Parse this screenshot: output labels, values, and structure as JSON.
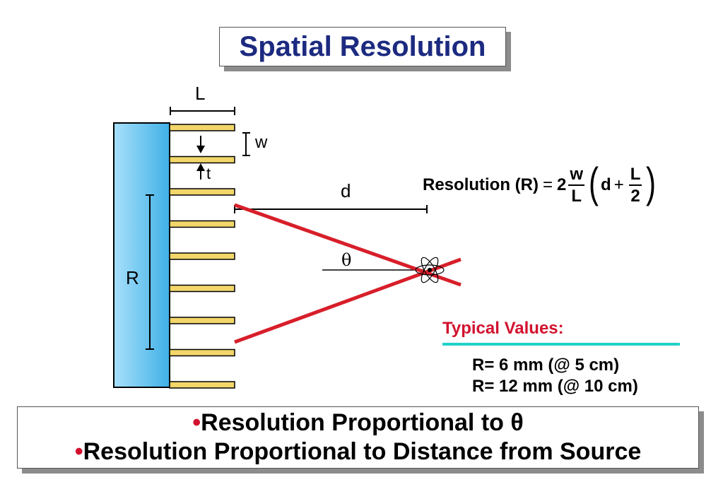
{
  "title": "Spatial Resolution",
  "diagram": {
    "label_L": "L",
    "label_w": "w",
    "label_t": "t",
    "label_d": "d",
    "label_R": "R",
    "label_theta": "θ",
    "colors": {
      "crystal": "#69c8f0",
      "septa": "#f2d66a",
      "ray": "#d71f2a"
    },
    "septa_count": 9,
    "source_icon": "atom-icon"
  },
  "formula": {
    "lhs": "Resolution (R)",
    "equals": "=",
    "coefficient": "2",
    "frac1_num": "w",
    "frac1_den": "L",
    "open_paren": "(",
    "term_d": "d",
    "plus": "+",
    "frac2_num": "L",
    "frac2_den": "2",
    "close_paren": ")"
  },
  "typical": {
    "title": "Typical Values:",
    "values": [
      "R= 6 mm (@ 5 cm)",
      "R= 12 mm (@ 10 cm)"
    ]
  },
  "bullets": {
    "symbol": "•",
    "items": [
      "Resolution Proportional to θ",
      "Resolution Proportional to Distance from Source"
    ]
  }
}
